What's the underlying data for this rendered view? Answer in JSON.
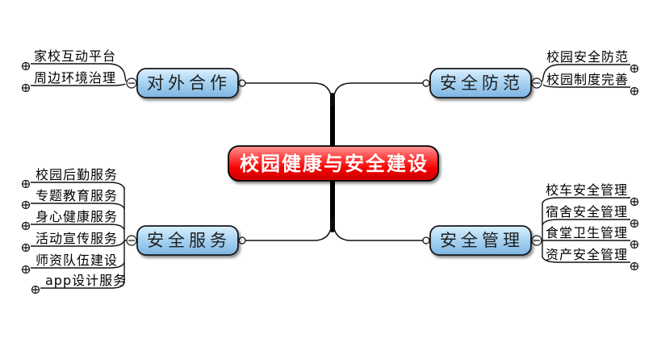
{
  "root": {
    "label": "校园健康与安全建设"
  },
  "branches": [
    {
      "label": "对外合作",
      "side": "top-left",
      "children": [
        "家校互动平台",
        "周边环境治理"
      ]
    },
    {
      "label": "安全防范",
      "side": "top-right",
      "children": [
        "校园安全防范",
        "校园制度完善"
      ]
    },
    {
      "label": "安全服务",
      "side": "bottom-left",
      "children": [
        "校园后勤服务",
        "专题教育服务",
        "身心健康服务",
        "活动宣传服务",
        "师资队伍建设",
        "app设计服务"
      ]
    },
    {
      "label": "安全管理",
      "side": "bottom-right",
      "children": [
        "校车安全管理",
        "宿舍安全管理",
        "食堂卫生管理",
        "资产安全管理"
      ]
    }
  ],
  "icons": {
    "collapse": "minus-in-circle",
    "expand": "plus-in-circle",
    "joint": "small-white-circle"
  },
  "colors": {
    "root_fill_top": "#ff9a9a",
    "root_fill_mid": "#f60606",
    "root_fill_bottom": "#cd0000",
    "branch_fill_top": "#d8edfb",
    "branch_fill_mid": "#a9d4f2",
    "branch_fill_bottom": "#7db4e2",
    "root_text": "#ffffff",
    "branch_text": "#1f1f1f",
    "leaf_text": "#000000",
    "line": "#000000",
    "background": "#ffffff"
  }
}
